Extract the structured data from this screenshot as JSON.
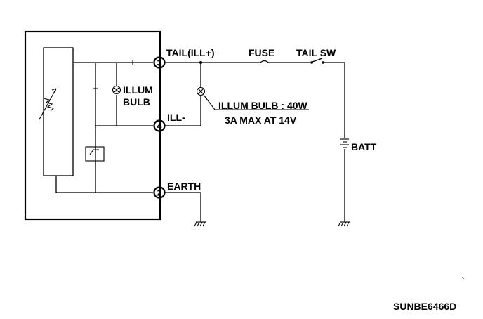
{
  "labels": {
    "tail_ill_plus": "TAIL(ILL+)",
    "fuse": "FUSE",
    "tail_sw": "TAIL SW",
    "illum_bulb_inner_1": "ILLUM",
    "illum_bulb_inner_2": "BULB",
    "illum_bulb_spec": "ILLUM BULB : 40W",
    "current_spec": "3A MAX AT 14V",
    "ill_minus": "ILL-",
    "batt": "BATT",
    "earth": "EARTH",
    "figure_code": "SUNBE6466D"
  },
  "pins": {
    "tail": "3",
    "ill_minus": "4",
    "earth": "2"
  }
}
